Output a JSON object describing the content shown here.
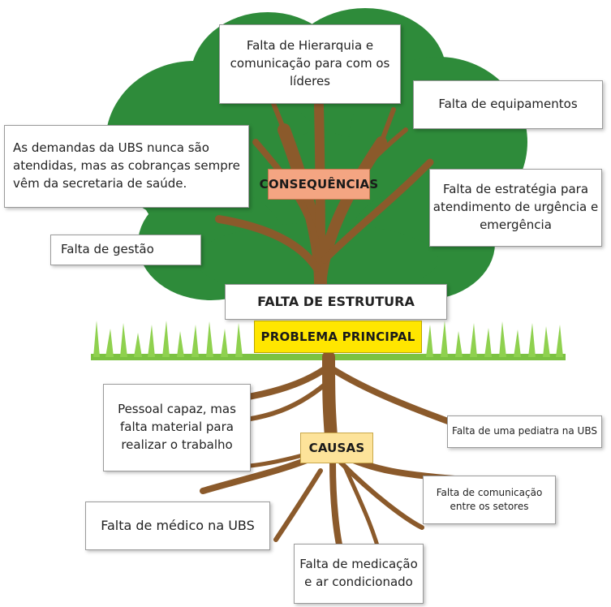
{
  "diagram": {
    "consequences_label": "CONSEQUÊNCIAS",
    "main_problem_title": "FALTA DE ESTRUTURA",
    "main_problem_label": "PROBLEMA PRINCIPAL",
    "causes_label": "CAUSAS",
    "consequences": [
      "Falta de Hierarquia e comunicação para com os líderes",
      "Falta de equipamentos",
      "As demandas da UBS nunca são atendidas, mas as cobranças sempre vêm da secretaria de saúde.",
      "Falta de estratégia para atendimento de urgência e emergência",
      "Falta de gestão"
    ],
    "causes": [
      "Pessoal capaz, mas falta material para realizar o trabalho",
      "Falta de uma pediatra na UBS",
      "Falta de comunicação entre os setores",
      "Falta de médico na UBS",
      "Falta de medicação e ar condicionado"
    ],
    "colors": {
      "canopy": "#2e8b3a",
      "trunk": "#8b5a2b",
      "grass": "#7cc242",
      "consequences_fill": "#f4a582",
      "main_problem_fill": "#ffe600",
      "causes_fill": "#fde39a"
    }
  }
}
